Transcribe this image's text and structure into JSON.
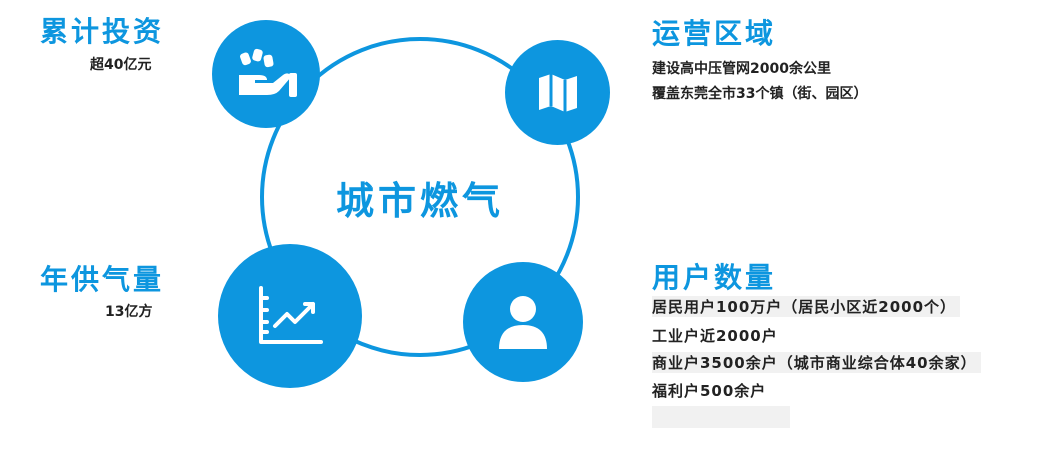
{
  "center": {
    "title": "城市燃气"
  },
  "investment": {
    "title": "累计投资",
    "value": "超40亿元"
  },
  "supply": {
    "title": "年供气量",
    "value": "13亿方"
  },
  "region": {
    "title": "运营区域",
    "lines": [
      "建设高中压管网2000余公里",
      "覆盖东莞全市33个镇（街、园区）"
    ]
  },
  "users": {
    "title": "用户数量",
    "lines": [
      "居民用户100万户（居民小区近2000个）",
      "工业户近2000户",
      "商业户3500余户（城市商业综合体40余家）",
      "福利户500余户"
    ]
  },
  "icons": {
    "investment": "hand-coins-icon",
    "region": "map-icon",
    "supply": "growth-chart-icon",
    "users": "user-icon"
  },
  "colors": {
    "accent": "#0d96df",
    "text": "#222222"
  }
}
